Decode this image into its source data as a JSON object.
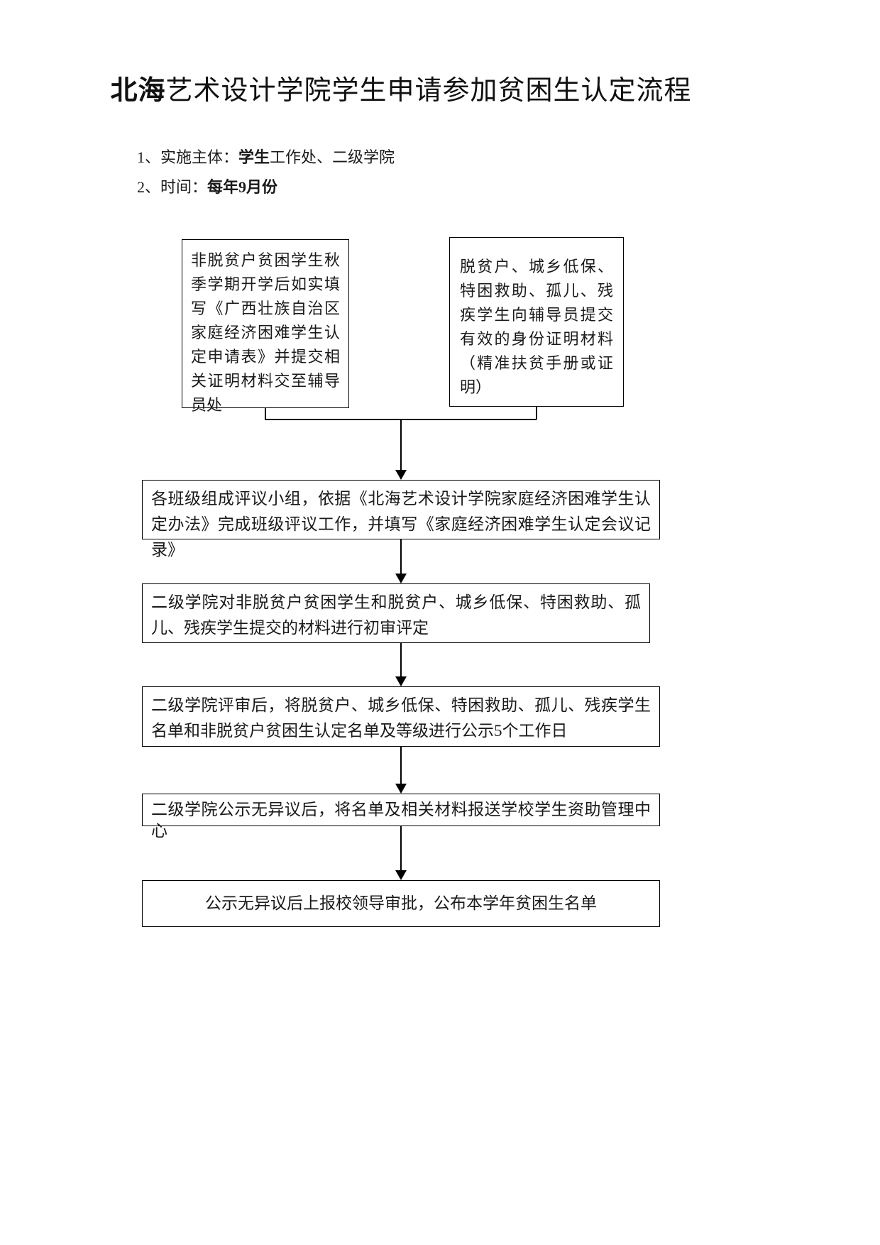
{
  "title": {
    "bold": "北海",
    "rest": "艺术设计学院学生申请参加贫困生认定流程"
  },
  "intro": {
    "item1_prefix": "1、实施主体：",
    "item1_bold": "学生",
    "item1_rest": "工作处、二级学院",
    "item2_prefix": "2、时间：",
    "item2_bold": "每年9月份"
  },
  "flow": {
    "box_left": "非脱贫户贫困学生秋季学期开学后如实填写《广西壮族自治区家庭经济困难学生认定申请表》并提交相关证明材料交至辅导员处",
    "box_right": "脱贫户、城乡低保、特困救助、孤儿、残疾学生向辅导员提交有效的身份证明材料（精准扶贫手册或证明）",
    "step_class_review": "各班级组成评议小组，依据《北海艺术设计学院家庭经济困难学生认定办法》完成班级评议工作，并填写《家庭经济困难学生认定会议记录》",
    "step_initial_check": "二级学院对非脱贫户贫困学生和脱贫户、城乡低保、特困救助、孤儿、残疾学生提交的材料进行初审评定",
    "step_publicity": "二级学院评审后，将脱贫户、城乡低保、特困救助、孤儿、残疾学生名单和非脱贫户贫困生认定名单及等级进行公示5个工作日",
    "step_submit_center": "二级学院公示无异议后，将名单及相关材料报送学校学生资助管理中心",
    "step_final_approval": "公示无异议后上报校领导审批，公布本学年贫困生名单"
  }
}
